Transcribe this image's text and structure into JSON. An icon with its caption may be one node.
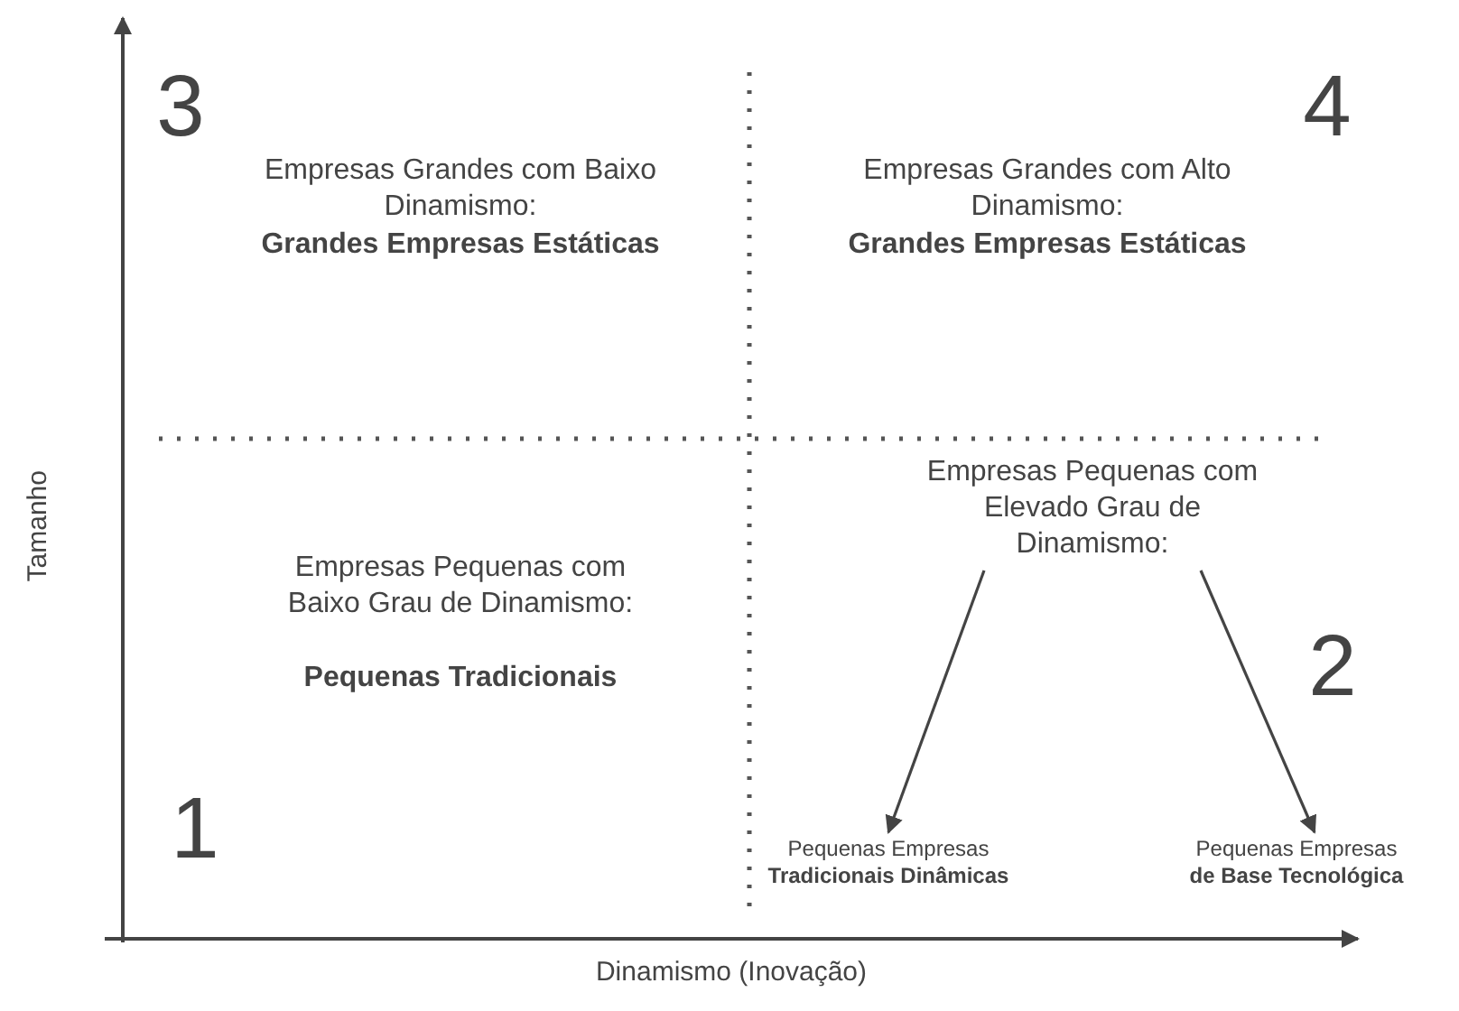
{
  "diagram": {
    "nodes": [
      {
        "text": [
          "Empresas Pequenas com Elevado Grau de Dinamismo:"
        ]
      },
      {
        "text": [
          "Pequenas Empresas",
          "Tradicionais Dinâmicas"
        ]
      },
      {
        "text": [
          "Pequenas Empresas",
          "de Base Tecnológica"
        ]
      }
    ],
    "edges": [
      {
        "from": 0,
        "to": 1,
        "arrow": "to"
      },
      {
        "from": 0,
        "to": 2,
        "arrow": "to"
      }
    ],
    "labels": [
      "3",
      "Empresas Grandes com Baixo Dinamismo:",
      "Grandes Empresas Estáticas",
      "Empresas Grandes com Alto Dinamismo:",
      "Grandes Empresas Estáticas",
      "4",
      "Tamanho",
      "Empresas Pequenas com Baixo Grau de Dinamismo:",
      "Pequenas Tradicionais",
      "2",
      "1",
      "Dinamismo (Inovação)"
    ]
  }
}
